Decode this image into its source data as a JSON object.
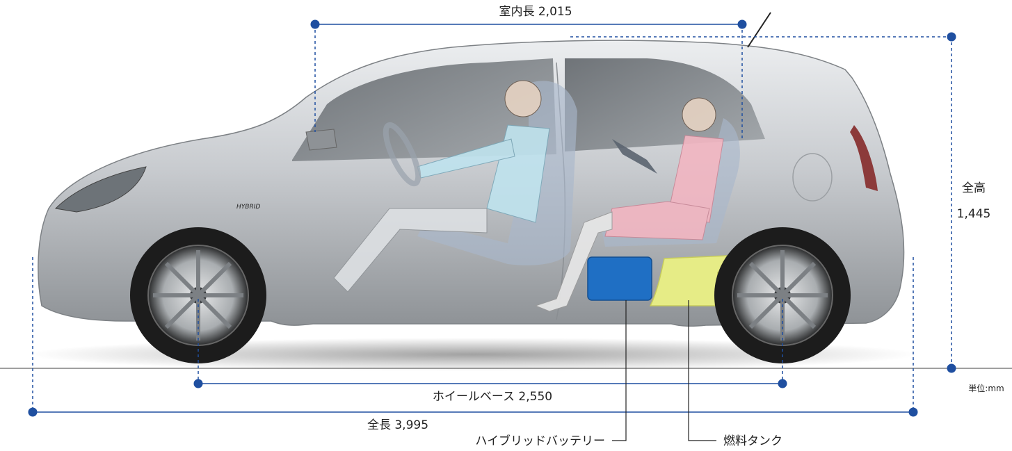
{
  "labels": {
    "interior_length": "室内長 2,015",
    "wheelbase": "ホイールベース 2,550",
    "overall_length": "全長 3,995",
    "height_title": "全高",
    "height_value": "1,445",
    "unit": "単位:mm",
    "battery": "ハイブリッドバッテリー",
    "fuel_tank": "燃料タンク",
    "badge": "HYBRID"
  },
  "colors": {
    "dimension_line": "#1f4fa0",
    "car_body": "#c9ccd0",
    "battery": "#1f6fc4",
    "fuel_tank": "#e6ec86",
    "driver_shirt": "#bfe3ee",
    "passenger_top": "#f2b6c2"
  }
}
